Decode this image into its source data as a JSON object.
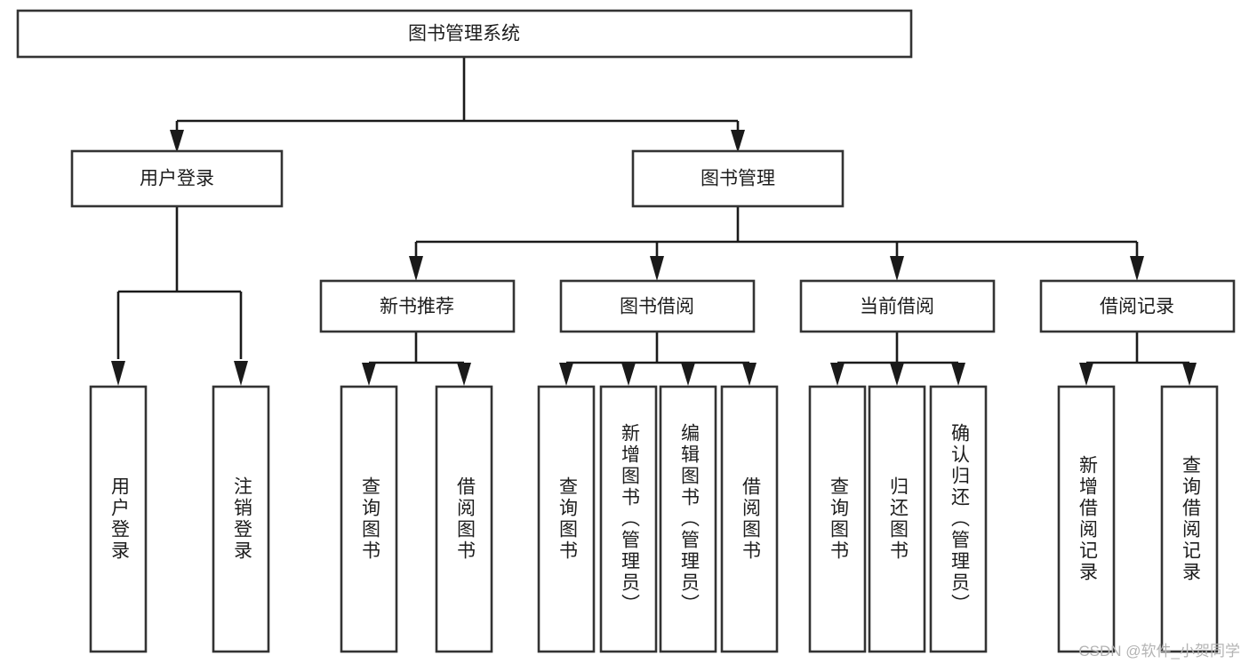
{
  "diagram": {
    "type": "tree-hierarchy",
    "title": "图书管理系统",
    "root": {
      "label": "图书管理系统",
      "children": [
        {
          "label": "用户登录",
          "children": [
            {
              "label": "用户登录"
            },
            {
              "label": "注销登录"
            }
          ]
        },
        {
          "label": "图书管理",
          "children": [
            {
              "label": "新书推荐",
              "children": [
                {
                  "label": "查询图书"
                },
                {
                  "label": "借阅图书"
                }
              ]
            },
            {
              "label": "图书借阅",
              "children": [
                {
                  "label": "查询图书"
                },
                {
                  "label": "新增图书（管理员）"
                },
                {
                  "label": "编辑图书（管理员）"
                },
                {
                  "label": "借阅图书"
                }
              ]
            },
            {
              "label": "当前借阅",
              "children": [
                {
                  "label": "查询图书"
                },
                {
                  "label": "归还图书"
                },
                {
                  "label": "确认归还（管理员）"
                }
              ]
            },
            {
              "label": "借阅记录",
              "children": [
                {
                  "label": "新增借阅记录"
                },
                {
                  "label": "查询借阅记录"
                }
              ]
            }
          ]
        }
      ]
    },
    "nodes": {
      "root": "图书管理系统",
      "l2_user_login": "用户登录",
      "l2_book_manage": "图书管理",
      "l3_new_book": "新书推荐",
      "l3_borrow": "图书借阅",
      "l3_current": "当前借阅",
      "l3_record": "借阅记录",
      "leaf_user_login": "用户登录",
      "leaf_logout": "注销登录",
      "leaf_nb_query": "查询图书",
      "leaf_nb_borrow": "借阅图书",
      "leaf_bb_query": "查询图书",
      "leaf_bb_add": "新增图书（管理员）",
      "leaf_bb_edit": "编辑图书（管理员）",
      "leaf_bb_borrow": "借阅图书",
      "leaf_cb_query": "查询图书",
      "leaf_cb_return": "归还图书",
      "leaf_cb_confirm": "确认归还（管理员）",
      "leaf_rec_add": "新增借阅记录",
      "leaf_rec_query": "查询借阅记录"
    },
    "colors": {
      "box_stroke": "#333333",
      "box_fill": "#ffffff",
      "connector": "#1a1a1a",
      "text": "#1d1d1d",
      "background": "#ffffff",
      "watermark": "#b4b4b4"
    }
  },
  "watermark": {
    "text": "CSDN @软件_小贺同学"
  }
}
